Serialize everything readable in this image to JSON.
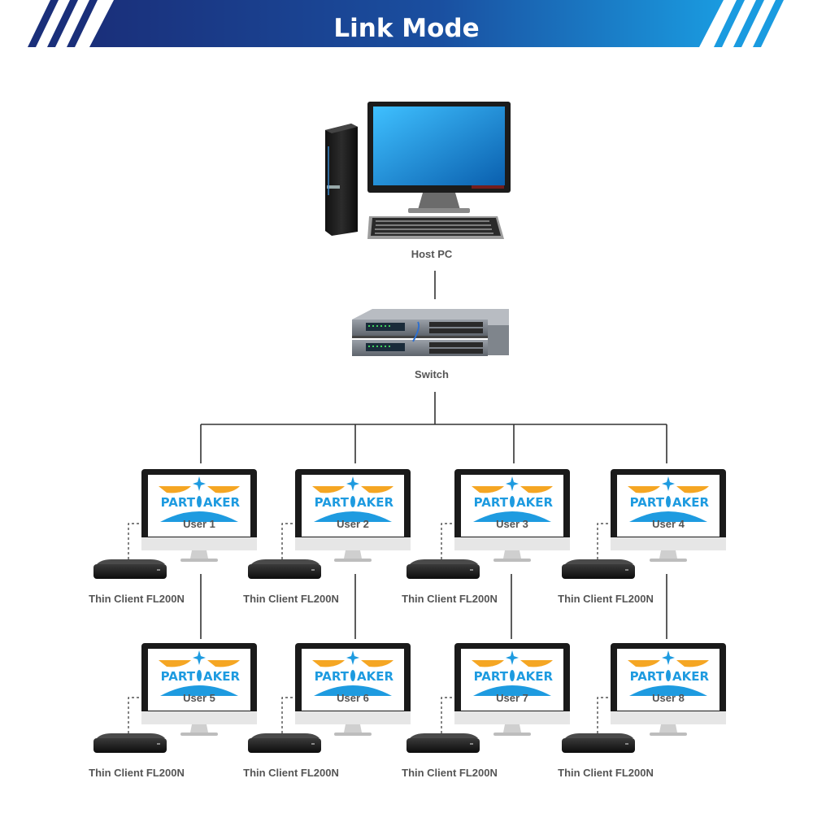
{
  "title": "Link Mode",
  "host": {
    "label": "Host PC"
  },
  "switch": {
    "label": "Switch"
  },
  "logo_text": {
    "left": "PART",
    "right": "AKER"
  },
  "users": [
    {
      "user": "User 1",
      "client": "Thin Client FL200N"
    },
    {
      "user": "User 2",
      "client": "Thin Client FL200N"
    },
    {
      "user": "User 3",
      "client": "Thin Client FL200N"
    },
    {
      "user": "User 4",
      "client": "Thin Client FL200N"
    },
    {
      "user": "User 5",
      "client": "Thin Client FL200N"
    },
    {
      "user": "User 6",
      "client": "Thin Client FL200N"
    },
    {
      "user": "User 7",
      "client": "Thin Client FL200N"
    },
    {
      "user": "User 8",
      "client": "Thin Client FL200N"
    }
  ],
  "colors": {
    "banner_dark": "#1a2f7a",
    "banner_light": "#1a9be0",
    "logo_blue": "#1e9be0",
    "logo_orange": "#f5a623"
  }
}
